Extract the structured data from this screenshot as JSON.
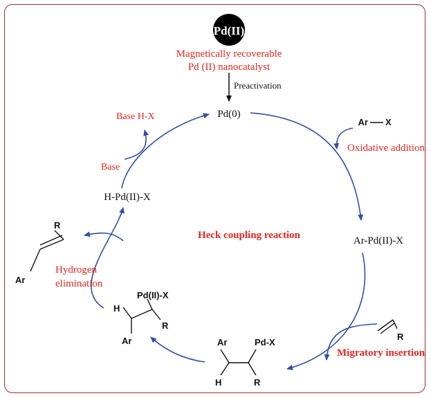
{
  "catalyst_badge": "Pd(II)",
  "catalyst_desc_line1": "Magnetically recoverable",
  "catalyst_desc_line2": "Pd (II) nanocatalyst",
  "preactivation": "Preactivation",
  "center_title": "Heck coupling reaction",
  "species": {
    "pd0": "Pd(0)",
    "ar_pd_x": "Ar-Pd(II)-X",
    "h_pd_x": "H-Pd(II)-X"
  },
  "steps": {
    "oxidative_addition": "Oxidative addition",
    "migratory_insertion": "Migratory insertion",
    "hydrogen_elimination_line1": "Hydrogen",
    "hydrogen_elimination_line2": "elimination",
    "base": "Base",
    "base_hx": "Base H-X"
  },
  "reagents": {
    "ar": "Ar",
    "x": "X",
    "r": "R"
  },
  "intermediate_a": {
    "ar": "Ar",
    "pdx": "Pd-X",
    "h": "H",
    "r": "R"
  },
  "intermediate_b": {
    "pdx": "Pd(II)-X",
    "h": "H",
    "r": "R",
    "ar": "Ar"
  },
  "product": {
    "r": "R",
    "ar": "Ar"
  },
  "colors": {
    "cycle_arrow": "#2f4ea6",
    "step_text": "#e8261f",
    "frame": "#9e2a2a",
    "badge": "#000000"
  }
}
